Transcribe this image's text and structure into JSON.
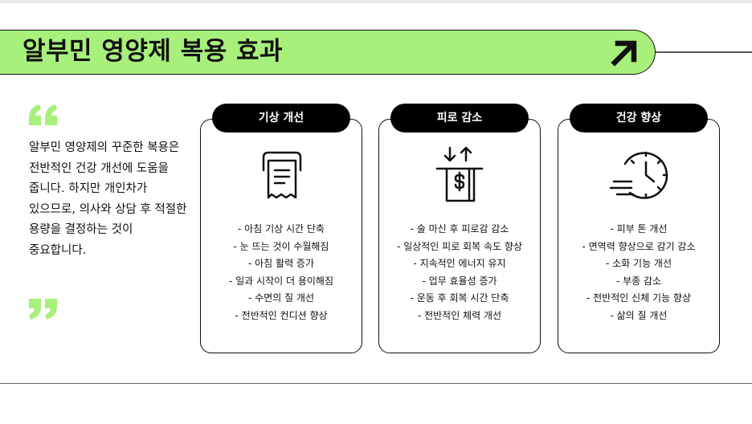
{
  "title": "알부민 영양제 복용 효과",
  "accent_color": "#a8f07c",
  "intro_text": "알부민 영양제의 꾸준한 복용은 전반적인 건강 개선에 도움을 줍니다. 하지만 개인차가 있으므로, 의사와 상담 후 적절한 용량을 결정하는 것이 중요합니다.",
  "cards": [
    {
      "title": "기상 개선",
      "icon": "receipt-icon",
      "items": [
        "- 아침 기상 시간 단축",
        "- 눈 뜨는 것이 수월해짐",
        "- 아침 활력 증가",
        "- 일과 시작이 더 용이해짐",
        "- 수면의 질 개선",
        "- 전반적인 컨디션 향상"
      ]
    },
    {
      "title": "피로 감소",
      "icon": "money-transfer-icon",
      "items": [
        "- 술 마신 후 피로감 감소",
        "- 일상적인 피로 회복 속도 향상",
        "- 지속적인 에너지 유지",
        "- 업무 효율성 증가",
        "- 운동 후 회복 시간 단축",
        "- 전반적인 체력 개선"
      ]
    },
    {
      "title": "건강 향상",
      "icon": "fast-clock-icon",
      "items": [
        "- 피부 톤 개선",
        "- 면역력 향상으로 감기 감소",
        "- 소화 기능 개선",
        "- 부종 감소",
        "- 전반적인 신체 기능 향상",
        "- 삶의 질 개선"
      ]
    }
  ]
}
